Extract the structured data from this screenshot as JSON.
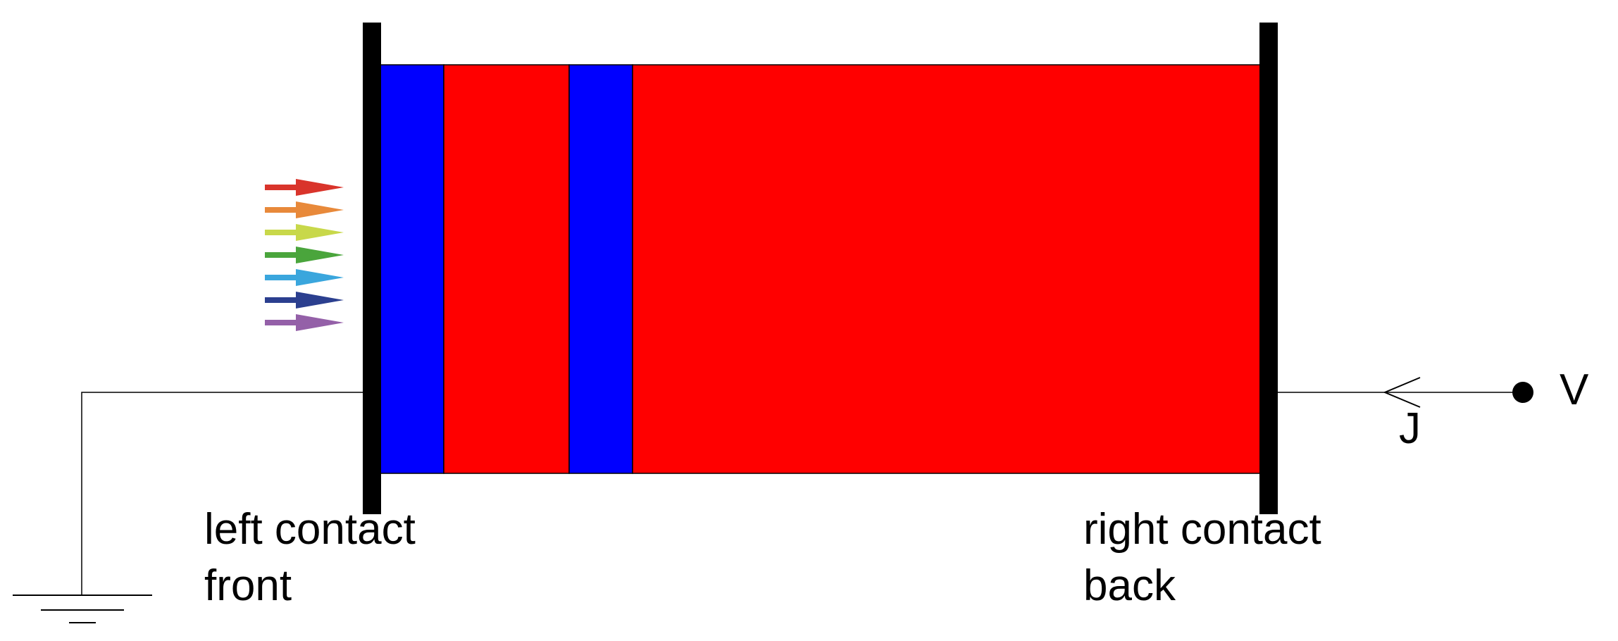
{
  "labels": {
    "left_contact_line1": "left contact",
    "left_contact_line2": "front",
    "right_contact_line1": "right contact",
    "right_contact_line2": "back",
    "voltage": "V",
    "current": "J"
  },
  "layers": [
    {
      "name": "layer-1",
      "color": "#0000ff"
    },
    {
      "name": "layer-2",
      "color": "#ff0000"
    },
    {
      "name": "layer-3",
      "color": "#0000ff"
    },
    {
      "name": "layer-4",
      "color": "#ff0000"
    }
  ],
  "light_arrows": [
    {
      "color": "#d9342b"
    },
    {
      "color": "#e8893a"
    },
    {
      "color": "#c8d84a"
    },
    {
      "color": "#4aa53c"
    },
    {
      "color": "#3aa6dd"
    },
    {
      "color": "#2b3f8f"
    },
    {
      "color": "#9460a8"
    }
  ],
  "colors": {
    "contact": "#000000",
    "wire": "#000000"
  }
}
